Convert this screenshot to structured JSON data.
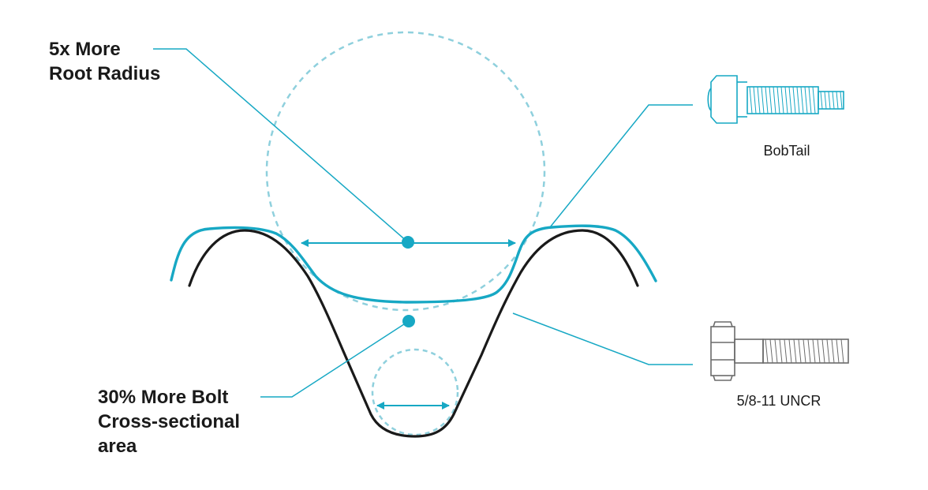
{
  "callouts": {
    "root_radius": {
      "line1": "5x More",
      "line2": "Root Radius"
    },
    "cross_section": {
      "line1": "30% More Bolt",
      "line2": "Cross-sectional",
      "line3": "area"
    }
  },
  "bolts": {
    "bobtail": {
      "label": "BobTail"
    },
    "uncr": {
      "label": "5/8-11 UNCR"
    }
  },
  "colors": {
    "accent": "#17a8c4",
    "accent_light": "#8fd0dd",
    "profile_dark": "#1a1a1a",
    "bolt_gray": "#6b6b6b",
    "text": "#1a1a1a"
  }
}
